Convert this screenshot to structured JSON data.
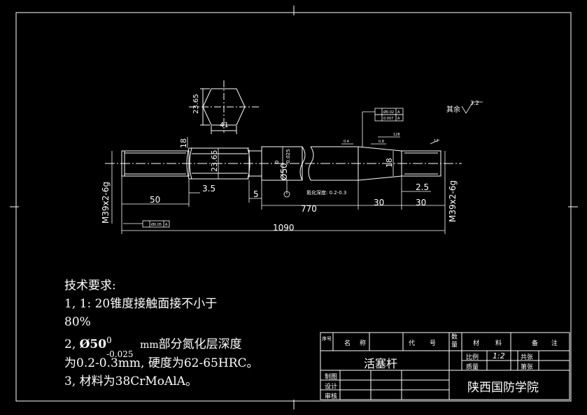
{
  "drawing": {
    "hex_dims": {
      "height": "23.65",
      "width": "41"
    },
    "dims": {
      "d18_left": "18",
      "d23_65": "23.65",
      "d50": "Ø50",
      "tol_upper": "0",
      "tol_lower": "-0.025",
      "d18_right": "18",
      "l3_5": "3.5",
      "l5": "5",
      "l2_5": "2.5",
      "l50": "50",
      "l770": "770",
      "l30a": "30",
      "l30b": "30",
      "l1090": "1090",
      "thread_left": "M39x2-6g",
      "thread_right": "M39x2-6g"
    },
    "nitride_note": "氮化深度: 0.2-0.3",
    "roughness_other": "其余",
    "roughness_value": "3.2",
    "roughness_small": [
      "0.4",
      "0.8",
      "12"
    ],
    "gdt_top": [
      [
        "Ø0.02",
        "A"
      ],
      [
        "0.007",
        "A"
      ]
    ],
    "gdt_left": [
      "Ø0.05",
      "A"
    ],
    "angle_label": "128"
  },
  "notes": {
    "title": "技术要求:",
    "line1": "1, 1: 20锥度接触面接不小于",
    "line1b": "80%",
    "line2_prefix": "2, ",
    "line2_sym": "Ø50",
    "line2_sup": "0",
    "line2_sub": "-0.025",
    "line2_unit": "mm",
    "line2_rest": "部分氮化层深度",
    "line3": "为0.2-0.3mm, 硬度为62-65HRC。",
    "line4": "3, 材料为38CrMoAlA。"
  },
  "title_block": {
    "headers": [
      "序号",
      "名",
      "称",
      "代",
      "号",
      "数量",
      "材",
      "料",
      "备",
      "注"
    ],
    "part_name": "活塞杆",
    "scale_label": "比例",
    "scale_value": "1:2",
    "mass_label": "质量",
    "total_sheets": "共张",
    "sheet_no": "第张",
    "rows": [
      "制图",
      "设计",
      "审核"
    ],
    "school": "陕西国防学院"
  },
  "colors": {
    "line": "#ffffff",
    "background": "#000000"
  }
}
